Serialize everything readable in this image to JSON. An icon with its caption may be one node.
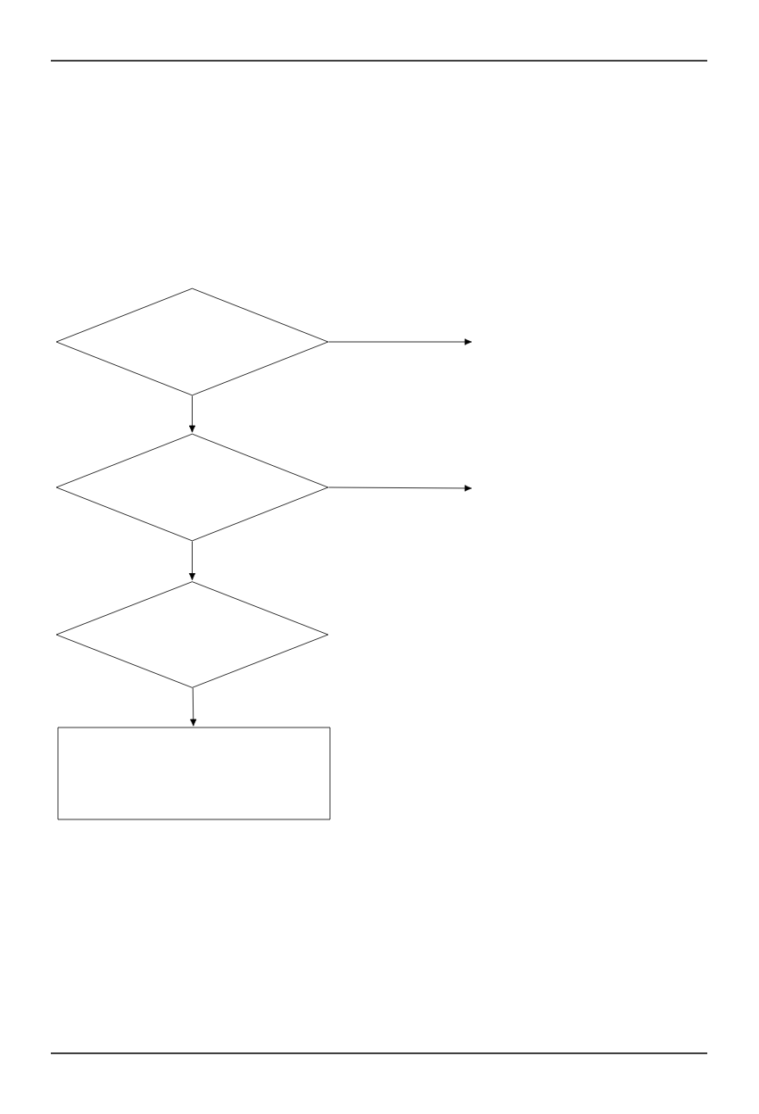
{
  "diagram": {
    "nodes": [
      {
        "text": [],
        "shape": "diamond"
      },
      {
        "text": [],
        "shape": "diamond"
      },
      {
        "text": [],
        "shape": "diamond"
      },
      {
        "text": [],
        "shape": "box"
      }
    ],
    "edges": [
      {
        "from": 0,
        "to": 1,
        "arrow": "to"
      },
      {
        "from": 1,
        "to": 2,
        "arrow": "to"
      },
      {
        "from": 2,
        "to": 3,
        "arrow": "to"
      },
      {
        "from": 0,
        "to": null,
        "arrow": "to"
      },
      {
        "from": 1,
        "to": null,
        "arrow": "to"
      }
    ]
  }
}
